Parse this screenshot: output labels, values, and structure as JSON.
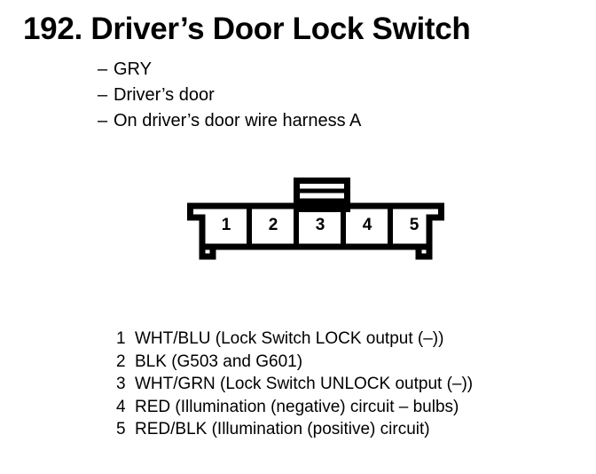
{
  "page": {
    "number": "192.",
    "title": "192. Driver’s Door Lock Switch",
    "background_color": "#ffffff",
    "ink_color": "#000000"
  },
  "attributes": [
    {
      "dash": "–",
      "text": "GRY"
    },
    {
      "dash": "–",
      "text": "Driver’s door"
    },
    {
      "dash": "–",
      "text": "On driver’s door wire harness A"
    }
  ],
  "connector": {
    "name": "5-pin connector",
    "pin_count": 5,
    "pins": [
      {
        "number": "1"
      },
      {
        "number": "2"
      },
      {
        "number": "3"
      },
      {
        "number": "4"
      },
      {
        "number": "5"
      }
    ],
    "latch_tab": {
      "name": "locking-tab",
      "slots": 2
    }
  },
  "pin_legend": [
    {
      "number": "1",
      "text": "WHT/BLU (Lock Switch LOCK output (–))"
    },
    {
      "number": "2",
      "text": "BLK (G503 and G601)"
    },
    {
      "number": "3",
      "text": "WHT/GRN (Lock Switch UNLOCK output (–))"
    },
    {
      "number": "4",
      "text": "RED (Illumination (negative) circuit – bulbs)"
    },
    {
      "number": "5",
      "text": "RED/BLK (Illumination (positive) circuit)"
    }
  ]
}
